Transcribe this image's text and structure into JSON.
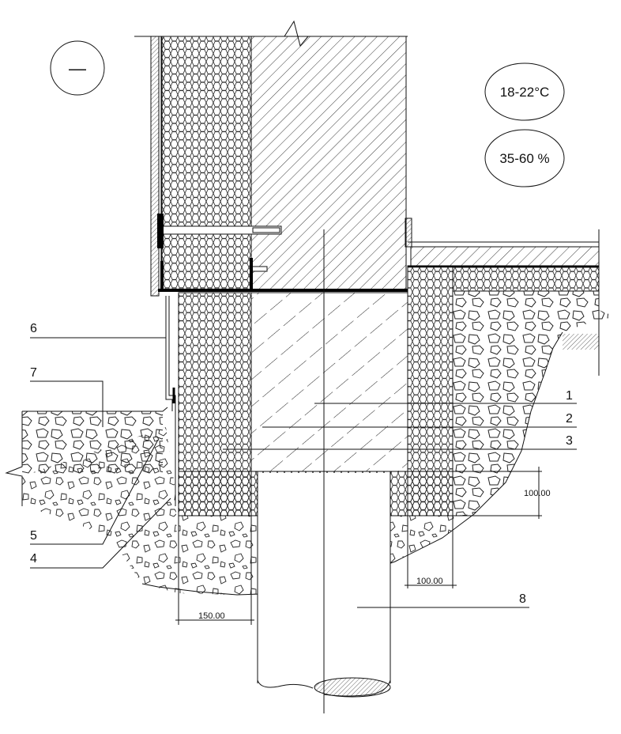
{
  "badges": {
    "minus_symbol": "—",
    "temperature": "18-22°C",
    "humidity": "35-60 %"
  },
  "callouts": {
    "c1": "1",
    "c2": "2",
    "c3": "3",
    "c4": "4",
    "c5": "5",
    "c6": "6",
    "c7": "7",
    "c8": "8"
  },
  "dimensions": {
    "vertical_right": "100.00",
    "bottom_right": "100.00",
    "bottom_left": "150.00"
  },
  "colors": {
    "line": "#111111",
    "background": "#ffffff"
  }
}
